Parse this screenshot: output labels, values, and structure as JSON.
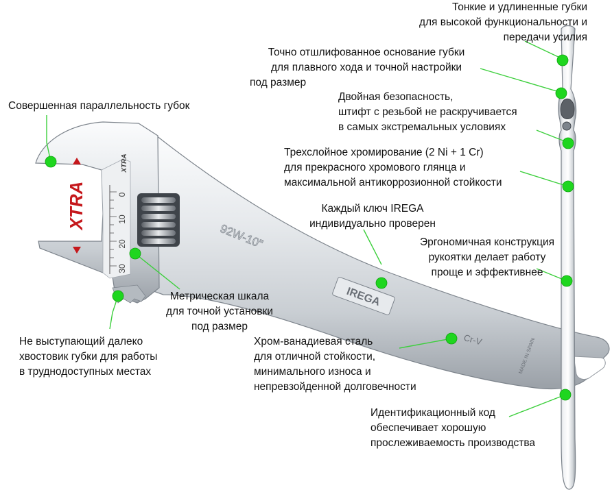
{
  "colors": {
    "background": "#ffffff",
    "steel_light": "#f2f4f6",
    "steel_mid": "#c7ccd2",
    "steel_dark": "#7d848c",
    "accent_red": "#c5181c",
    "dot_green": "#1fd61f",
    "leader_green": "#3ccf3c"
  },
  "wrench_markings": {
    "brand_logo": "XTRA",
    "scale_numbers": [
      "0",
      "10",
      "20",
      "30"
    ],
    "model": "92W-10\"",
    "manufacturer": "IREGA",
    "steel": "Cr-V",
    "origin": "MADE IN SPAIN"
  },
  "callouts": [
    {
      "id": "thin-jaws",
      "lines": [
        "Тонкие и удлиненные губки",
        "для высокой функциональности и",
        "передачи усилия"
      ]
    },
    {
      "id": "ground-base",
      "lines": [
        "Точно отшлифованное основание губки",
        "для плавного хода и точной настройки",
        "под размер"
      ]
    },
    {
      "id": "double-safety",
      "lines": [
        "Двойная безопасность,",
        "штифт с резьбой не раскручивается",
        "в самых экстремальных условиях"
      ]
    },
    {
      "id": "chrome-plating",
      "lines": [
        "Трехслойное хромирование (2 Ni + 1 Cr)",
        "для прекрасного хромового глянца и",
        "максимальной антикоррозионной стойкости"
      ]
    },
    {
      "id": "individually-checked",
      "lines": [
        "Каждый ключ IREGA",
        "индивидуально проверен"
      ]
    },
    {
      "id": "ergonomic-handle",
      "lines": [
        "Эргономичная конструкция",
        "рукоятки делает работу",
        "проще и эффективнее"
      ]
    },
    {
      "id": "parallel-jaws",
      "lines": [
        "Совершенная параллельность губок"
      ]
    },
    {
      "id": "metric-scale",
      "lines": [
        "Метрическая шкала",
        "для точной установки",
        "под размер"
      ]
    },
    {
      "id": "tail-jaw",
      "lines": [
        "Не выступающий далеко",
        "хвостовик губки для работы",
        "в труднодоступных местах"
      ]
    },
    {
      "id": "crv-steel",
      "lines": [
        "Хром-ванадиевая сталь",
        "для отличной стойкости,",
        "минимального износа и",
        "непревзойденной долговечности"
      ]
    },
    {
      "id": "id-code",
      "lines": [
        "Идентификационный код",
        "обеспечивает хорошую",
        "прослеживаемость производства"
      ]
    }
  ]
}
